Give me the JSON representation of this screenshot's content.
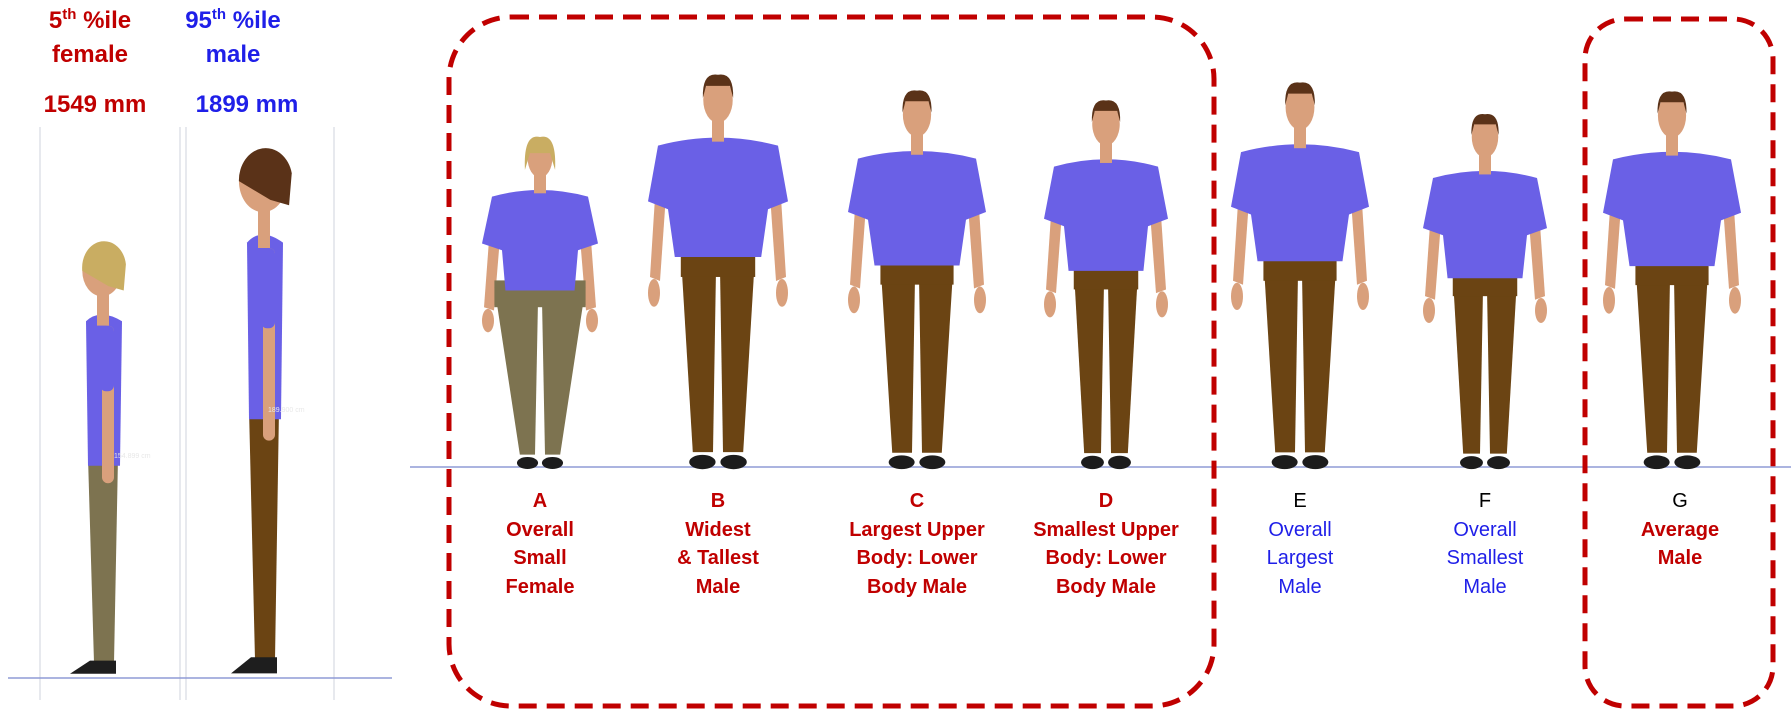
{
  "left_panel": {
    "female": {
      "percentile_num": "5",
      "percentile_sup": "th",
      "percentile_suffix": " %ile",
      "sex": "female",
      "stature": "1549 mm",
      "measure_tag": "154.899 cm",
      "color": "#c00000"
    },
    "male": {
      "percentile_num": "95",
      "percentile_sup": "th",
      "percentile_suffix": " %ile",
      "sex": "male",
      "stature": "1899 mm",
      "measure_tag": "189.900 cm",
      "color": "#1f1fe8"
    }
  },
  "figures": [
    {
      "letter": "A",
      "lines": [
        "Overall",
        "Small",
        "Female"
      ],
      "style": "red",
      "sex": "female"
    },
    {
      "letter": "B",
      "lines": [
        "Widest",
        "& Tallest",
        "Male"
      ],
      "style": "red",
      "sex": "male"
    },
    {
      "letter": "C",
      "lines": [
        "Largest Upper",
        "Body: Lower",
        "Body Male"
      ],
      "style": "red",
      "sex": "male"
    },
    {
      "letter": "D",
      "lines": [
        "Smallest Upper",
        "Body: Lower",
        "Body Male"
      ],
      "style": "red",
      "sex": "male"
    },
    {
      "letter": "E",
      "lines": [
        "Overall",
        "Largest",
        "Male"
      ],
      "style": "blue",
      "sex": "male"
    },
    {
      "letter": "F",
      "lines": [
        "Overall",
        "Smallest",
        "Male"
      ],
      "style": "blue",
      "sex": "male"
    },
    {
      "letter": "G",
      "lines": [
        "Average",
        "Male"
      ],
      "style": "mixed",
      "sex": "male"
    }
  ],
  "colors": {
    "highlight_box": "#c00000",
    "shirt": "#6a60e6",
    "pants_male": "#6b4413",
    "pants_female": "#7d7350",
    "skin": "#d9a07c",
    "hair_male": "#5a3218",
    "hair_female": "#c9ad62",
    "ground": "#8f9bd6"
  }
}
